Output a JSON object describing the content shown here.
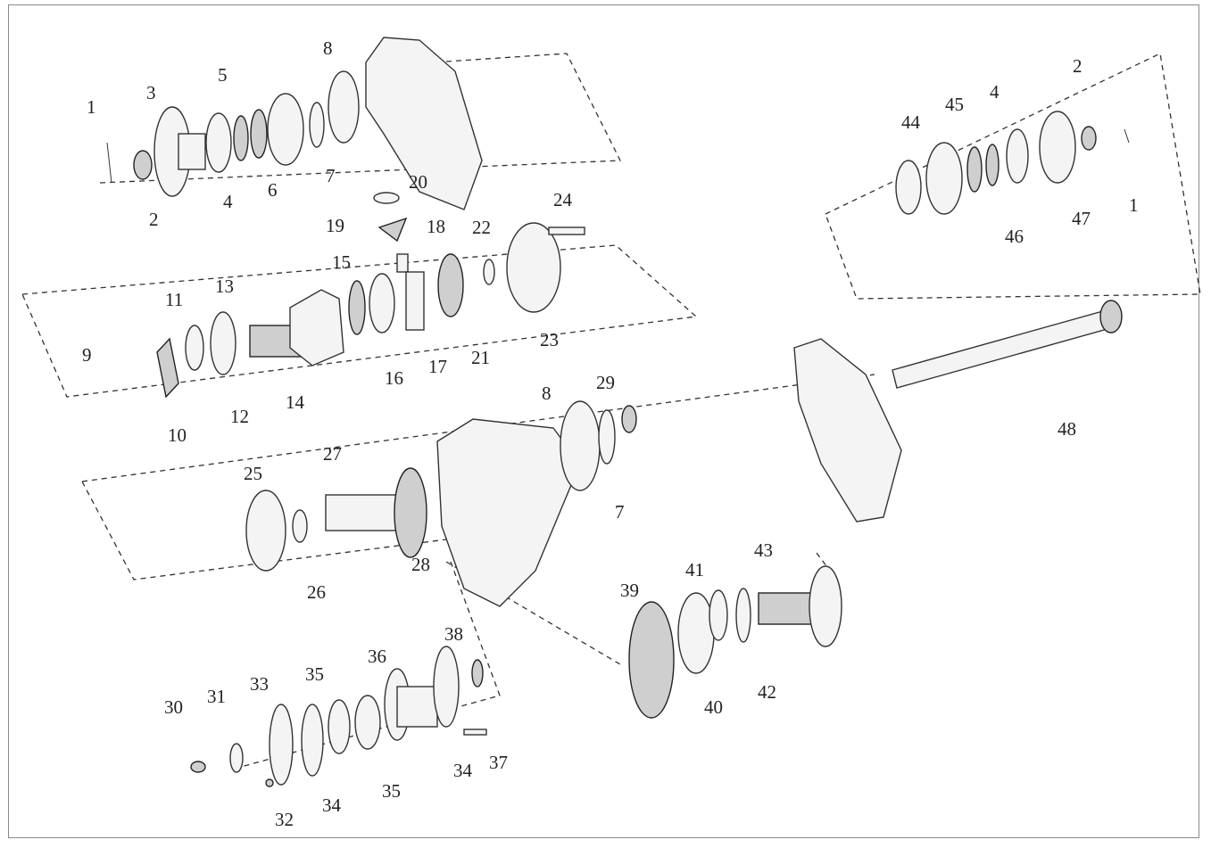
{
  "diagram": {
    "title": "Exploded parts view",
    "callouts": [
      "1",
      "3",
      "5",
      "8",
      "4",
      "6",
      "7",
      "2",
      "20",
      "19",
      "18",
      "24",
      "22",
      "15",
      "13",
      "11",
      "9",
      "10",
      "12",
      "14",
      "16",
      "17",
      "21",
      "23",
      "2",
      "44",
      "45",
      "4",
      "46",
      "47",
      "1",
      "48",
      "29",
      "8",
      "7",
      "27",
      "25",
      "26",
      "28",
      "43",
      "41",
      "39",
      "40",
      "42",
      "38",
      "36",
      "35",
      "33",
      "31",
      "30",
      "37",
      "34",
      "35",
      "34",
      "32"
    ]
  }
}
